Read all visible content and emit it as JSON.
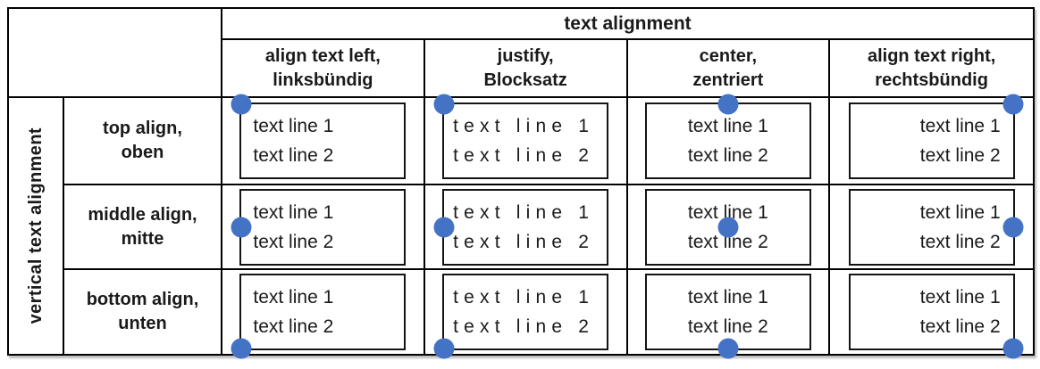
{
  "table": {
    "column_group_header": "text alignment",
    "row_group_header": "vertical text alignment",
    "columns": [
      {
        "label": "align text left,\nlinksbündig",
        "align": "left"
      },
      {
        "label": "justify,\nBlocksatz",
        "align": "justify"
      },
      {
        "label": "center,\nzentriert",
        "align": "center"
      },
      {
        "label": "align text right,\nrechtsbündig",
        "align": "right"
      }
    ],
    "rows": [
      {
        "label": "top align,\noben",
        "valign": "top"
      },
      {
        "label": "middle align,\nmitte",
        "valign": "middle"
      },
      {
        "label": "bottom align,\nunten",
        "valign": "bottom"
      }
    ],
    "cell_text": {
      "line1": "text line 1",
      "line2": "text line 2"
    },
    "anchor_dot": {
      "color": "#4472C4"
    },
    "colors": {
      "border": "#000000",
      "text": "#1a1a1a",
      "background": "#ffffff"
    }
  }
}
